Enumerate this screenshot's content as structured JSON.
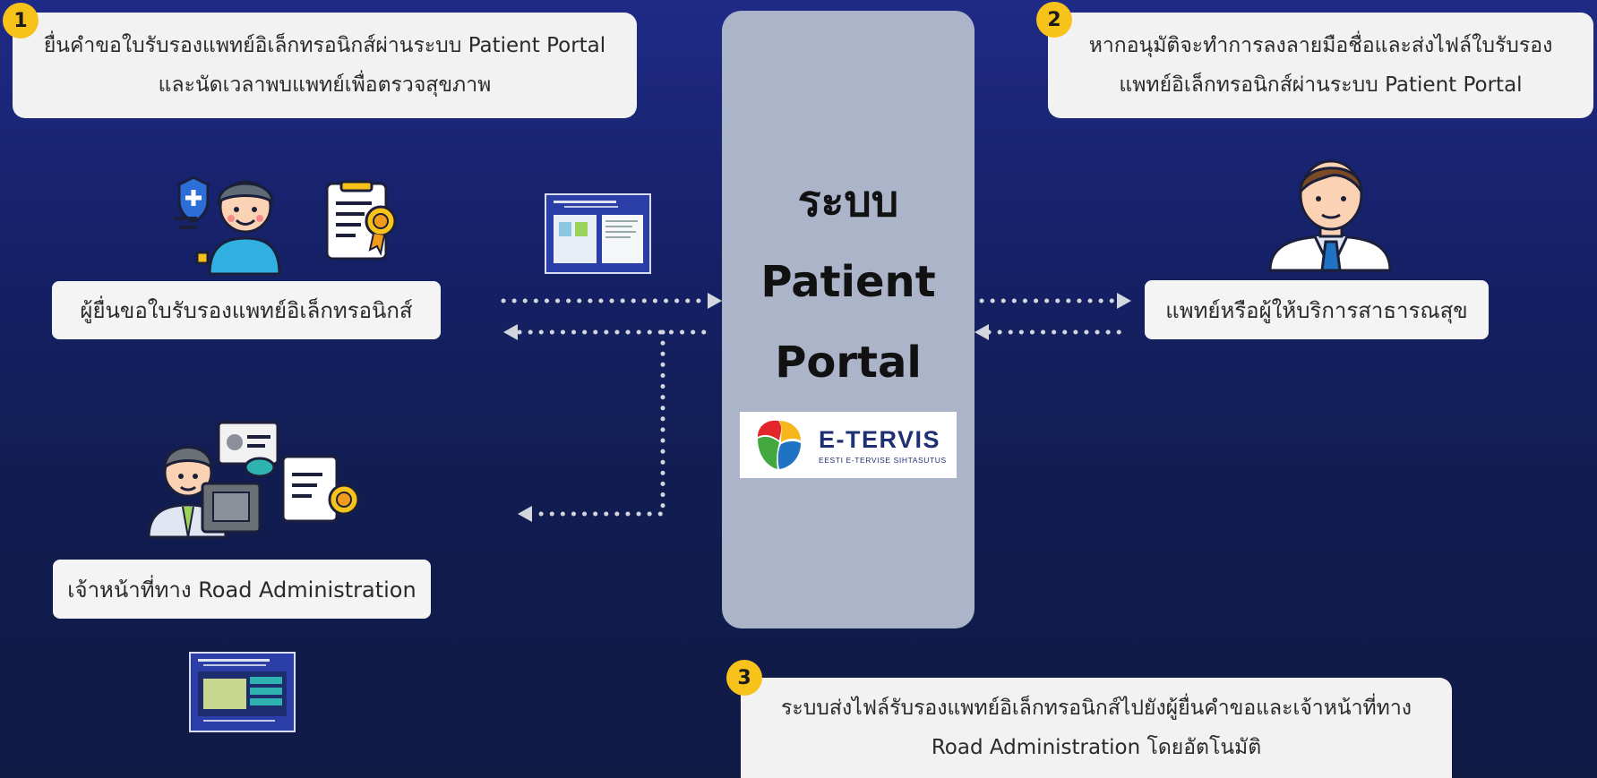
{
  "steps": [
    {
      "number": "1",
      "text": "ยื่นคำขอใบรับรองแพทย์อิเล็กทรอนิกส์ผ่านระบบ Patient Portal\nและนัดเวลาพบแพทย์เพื่อตรวจสุขภาพ"
    },
    {
      "number": "2",
      "text": "หากอนุมัติจะทำการลงลายมือชื่อและส่งไฟล์ใบรับรอง\nแพทย์อิเล็กทรอนิกส์ผ่านระบบ Patient Portal"
    },
    {
      "number": "3",
      "text": "ระบบส่งไฟล์รับรองแพทย์อิเล็กทรอนิกส์ไปยังผู้ยื่นคำขอและเจ้าหน้าที่ทาง\nRoad Administration โดยอัตโนมัติ"
    }
  ],
  "actors": {
    "applicant": "ผู้ยื่นขอใบรับรองแพทย์อิเล็กทรอนิกส์",
    "doctor": "แพทย์หรือผู้ให้บริการสาธารณสุข",
    "officer": "เจ้าหน้าที่ทาง Road Administration"
  },
  "portal": {
    "title": "ระบบ\nPatient\nPortal",
    "logo_main": "E-TERVIS",
    "logo_sub": "EESTI E-TERVISE SIHTASUTUS"
  },
  "colors": {
    "badge": "#f7c31a",
    "portal": "#abb4c8",
    "arrow": "#d3d6dc",
    "logo_text": "#1f2f73"
  }
}
